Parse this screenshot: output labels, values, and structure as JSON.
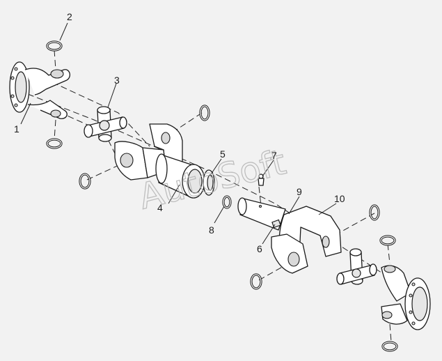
{
  "watermark": "AutoSoft",
  "callouts": [
    "1",
    "2",
    "3",
    "4",
    "5",
    "6",
    "7",
    "8",
    "9",
    "10"
  ]
}
